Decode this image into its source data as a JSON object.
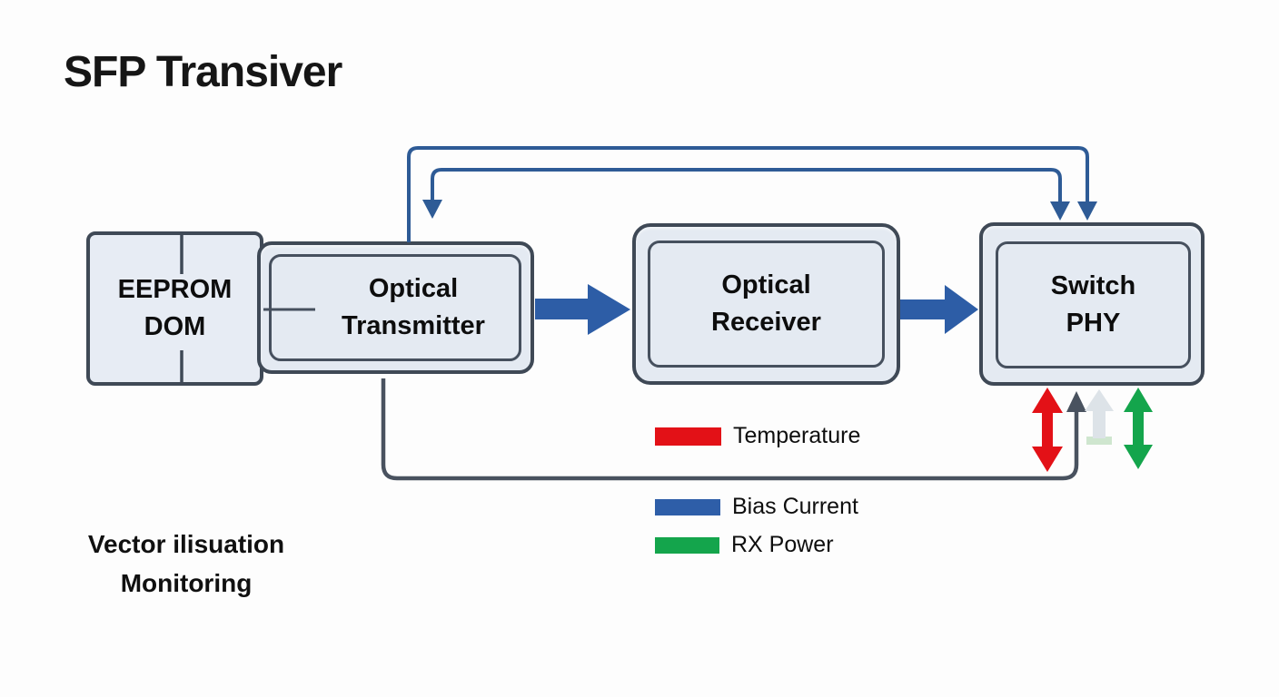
{
  "title": "SFP Transiver",
  "caption": {
    "line1": "Vector ilisuation",
    "line2": "Monitoring"
  },
  "blocks": {
    "eeprom": {
      "line1": "EEPROM",
      "line2": "DOM"
    },
    "transmitter": {
      "line1": "Optical",
      "line2": "Transmitter"
    },
    "receiver": {
      "line1": "Optical",
      "line2": "Receiver"
    },
    "phy": {
      "line1": "Switch",
      "line2": "PHY"
    }
  },
  "legend": [
    {
      "label": "Temperature",
      "color_key": "temperature"
    },
    {
      "label": "Bias Current",
      "color_key": "bias"
    },
    {
      "label": "RX Power",
      "color_key": "rxpower"
    }
  ],
  "legend_labels": {
    "temperature": "Temperature",
    "bias": "Bias Current",
    "rxpower": "RX Power"
  },
  "colors": {
    "temperature": "#e31117",
    "bias": "#2e5ea8",
    "rxpower": "#14a54c",
    "signal": "#2d5da6",
    "feedback": "#2e5b96",
    "loop": "#49525f",
    "border": "#3f4956",
    "fill": "#e4eaf2",
    "grayarrow": "#dde3e8",
    "graybase": "#cfe6cf"
  }
}
